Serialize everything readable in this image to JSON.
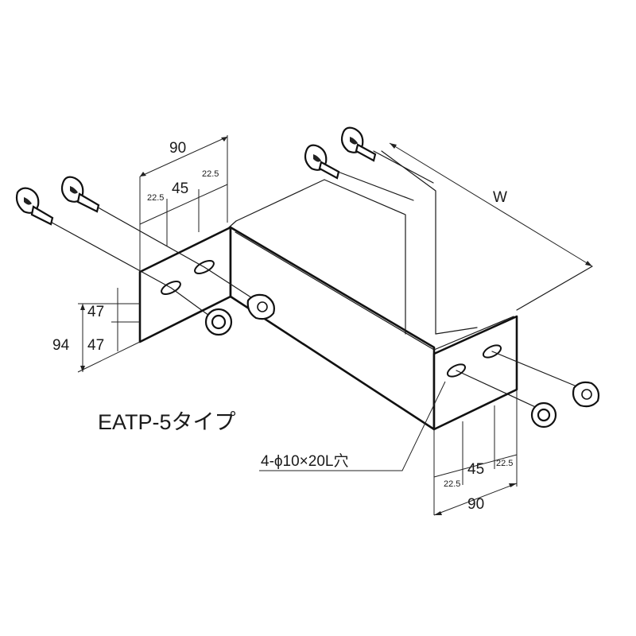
{
  "title": "EATP-5タイプ",
  "dimensions": {
    "top_width": "90",
    "top_center": "45",
    "top_left_half": "22.5",
    "top_right_half": "22.5",
    "height_total": "94",
    "height_upper": "47",
    "height_lower": "47",
    "width_label": "W",
    "bottom_width": "90",
    "bottom_center": "45",
    "bottom_left_half": "22.5",
    "bottom_right_half": "22.5"
  },
  "hole_note": "4-ϕ10×20L穴"
}
